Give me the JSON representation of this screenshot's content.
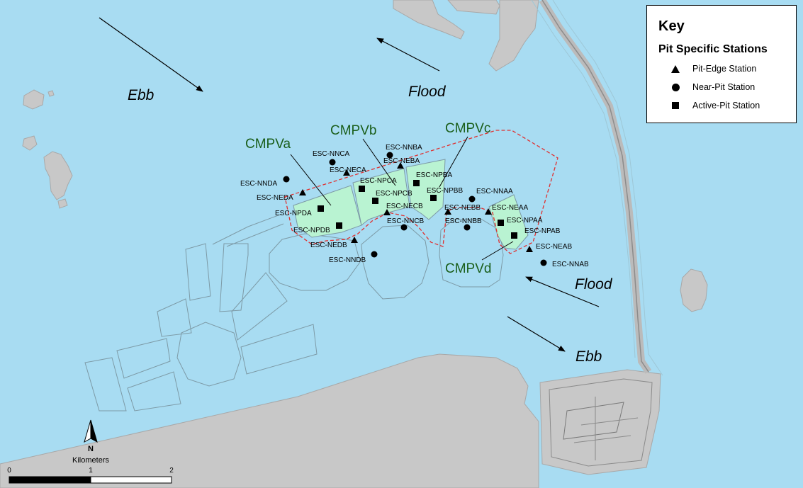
{
  "legend": {
    "title": "Key",
    "subtitle": "Pit Specific Stations",
    "items": [
      {
        "symbol": "triangle",
        "label": "Pit-Edge Station"
      },
      {
        "symbol": "circle",
        "label": "Near-Pit Station"
      },
      {
        "symbol": "square",
        "label": "Active-Pit Station"
      }
    ]
  },
  "areas": [
    {
      "label": "CMPVa"
    },
    {
      "label": "CMPVb"
    },
    {
      "label": "CMPVc"
    },
    {
      "label": "CMPVd"
    }
  ],
  "flow_labels": [
    {
      "label": "Ebb"
    },
    {
      "label": "Flood"
    },
    {
      "label": "Flood"
    },
    {
      "label": "Ebb"
    }
  ],
  "stations": [
    {
      "label": "ESC-NNCA",
      "symbol": "circle"
    },
    {
      "label": "ESC-NECA",
      "symbol": "triangle"
    },
    {
      "label": "ESC-NNBA",
      "symbol": "circle"
    },
    {
      "label": "ESC-NEBA",
      "symbol": "triangle"
    },
    {
      "label": "ESC-NPBA",
      "symbol": "square"
    },
    {
      "label": "ESC-NNDA",
      "symbol": "circle"
    },
    {
      "label": "ESC-NPCA",
      "symbol": "square"
    },
    {
      "label": "ESC-NEDA",
      "symbol": "triangle"
    },
    {
      "label": "ESC-NPCB",
      "symbol": "square"
    },
    {
      "label": "ESC-NPBB",
      "symbol": "square"
    },
    {
      "label": "ESC-NNAA",
      "symbol": "circle"
    },
    {
      "label": "ESC-NECB",
      "symbol": "triangle"
    },
    {
      "label": "ESC-NPDA",
      "symbol": "square"
    },
    {
      "label": "ESC-NEBB",
      "symbol": "triangle"
    },
    {
      "label": "ESC-NEAA",
      "symbol": "triangle"
    },
    {
      "label": "ESC-NNCB",
      "symbol": "circle"
    },
    {
      "label": "ESC-NNBB",
      "symbol": "circle"
    },
    {
      "label": "ESC-NPAA",
      "symbol": "square"
    },
    {
      "label": "ESC-NPDB",
      "symbol": "square"
    },
    {
      "label": "ESC-NPAB",
      "symbol": "square"
    },
    {
      "label": "ESC-NEDB",
      "symbol": "triangle"
    },
    {
      "label": "ESC-NEAB",
      "symbol": "triangle"
    },
    {
      "label": "ESC-NNDB",
      "symbol": "circle"
    },
    {
      "label": "ESC-NNAB",
      "symbol": "circle"
    }
  ],
  "north_arrow": {
    "label": "N"
  },
  "scale_bar": {
    "units": "Kilometers",
    "ticks": [
      "0",
      "1",
      "2"
    ]
  },
  "colors": {
    "water": "#a8dcf2",
    "land": "#c8c8c8",
    "pit_fill": "#b9f3d2",
    "boundary": "#e03030",
    "area_label": "#1a5e1a"
  }
}
